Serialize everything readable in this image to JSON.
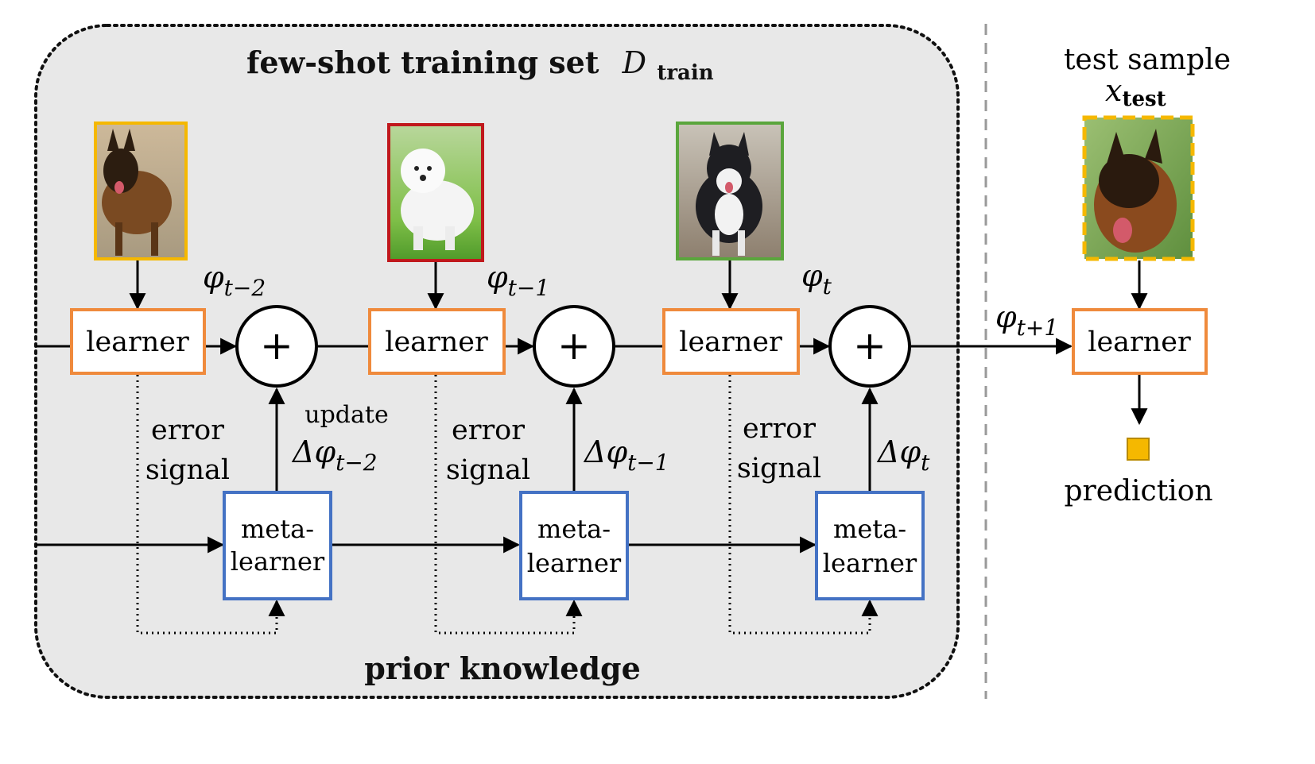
{
  "training_panel": {
    "title": "few-shot training set",
    "title_symbol": "D",
    "title_subscript": "train",
    "footer": "prior knowledge"
  },
  "test_panel": {
    "title": "test sample",
    "symbol": "x",
    "subscript": "test",
    "learner_label": "learner",
    "prediction_label": "prediction",
    "param_symbol": "φ",
    "param_subscript": "t+1"
  },
  "stages": [
    {
      "learner_label": "learner",
      "param_symbol": "φ",
      "param_subscript": "t−2",
      "error_label_line1": "error",
      "error_label_line2": "signal",
      "meta_label_line1": "meta-",
      "meta_label_line2": "learner",
      "update_word": "update",
      "update_symbol": "Δφ",
      "update_subscript": "t−2",
      "image_border": "#f5b800",
      "image_name": "german-shepherd-photo"
    },
    {
      "learner_label": "learner",
      "param_symbol": "φ",
      "param_subscript": "t−1",
      "error_label_line1": "error",
      "error_label_line2": "signal",
      "meta_label_line1": "meta-",
      "meta_label_line2": "learner",
      "update_word": "",
      "update_symbol": "Δφ",
      "update_subscript": "t−1",
      "image_border": "#c0181c",
      "image_name": "samoyed-photo"
    },
    {
      "learner_label": "learner",
      "param_symbol": "φ",
      "param_subscript": "t",
      "error_label_line1": "error",
      "error_label_line2": "signal",
      "meta_label_line1": "meta-",
      "meta_label_line2": "learner",
      "update_word": "",
      "update_symbol": "Δφ",
      "update_subscript": "t",
      "image_border": "#5aa63c",
      "image_name": "alaskan-malamute-photo"
    }
  ],
  "plus_symbol": "+",
  "colors": {
    "learner_border": "#ef8a3c",
    "meta_border": "#4472c4",
    "panel_fill": "#e8e8e8",
    "prediction_fill": "#f5b800",
    "test_image_border": "#f5b800"
  }
}
